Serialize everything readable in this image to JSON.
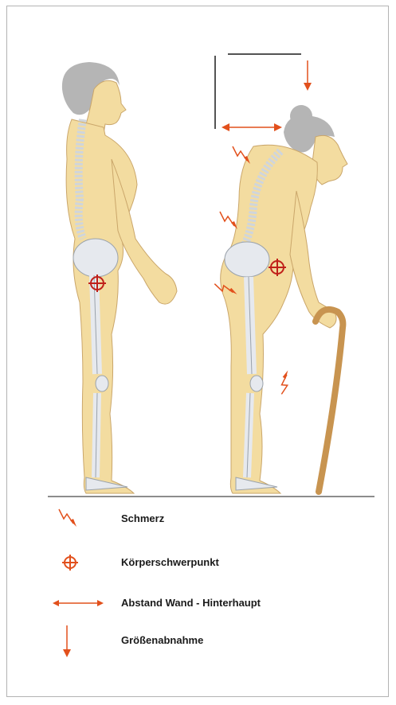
{
  "colors": {
    "accent": "#e2501c",
    "skin": "#f3dca0",
    "skin_outline": "#caa66a",
    "hair": "#b5b5b5",
    "bone": "#e6e9ee",
    "cane": "#c89450",
    "floor": "#8c8c8c"
  },
  "legend": [
    {
      "icon": "pain-lightning-icon",
      "label": "Schmerz"
    },
    {
      "icon": "center-of-gravity-icon",
      "label": "Körperschwerpunkt"
    },
    {
      "icon": "double-arrow-icon",
      "label": "Abstand Wand - Hinterhaupt"
    },
    {
      "icon": "down-arrow-icon",
      "label": "Größenabnahme"
    }
  ]
}
